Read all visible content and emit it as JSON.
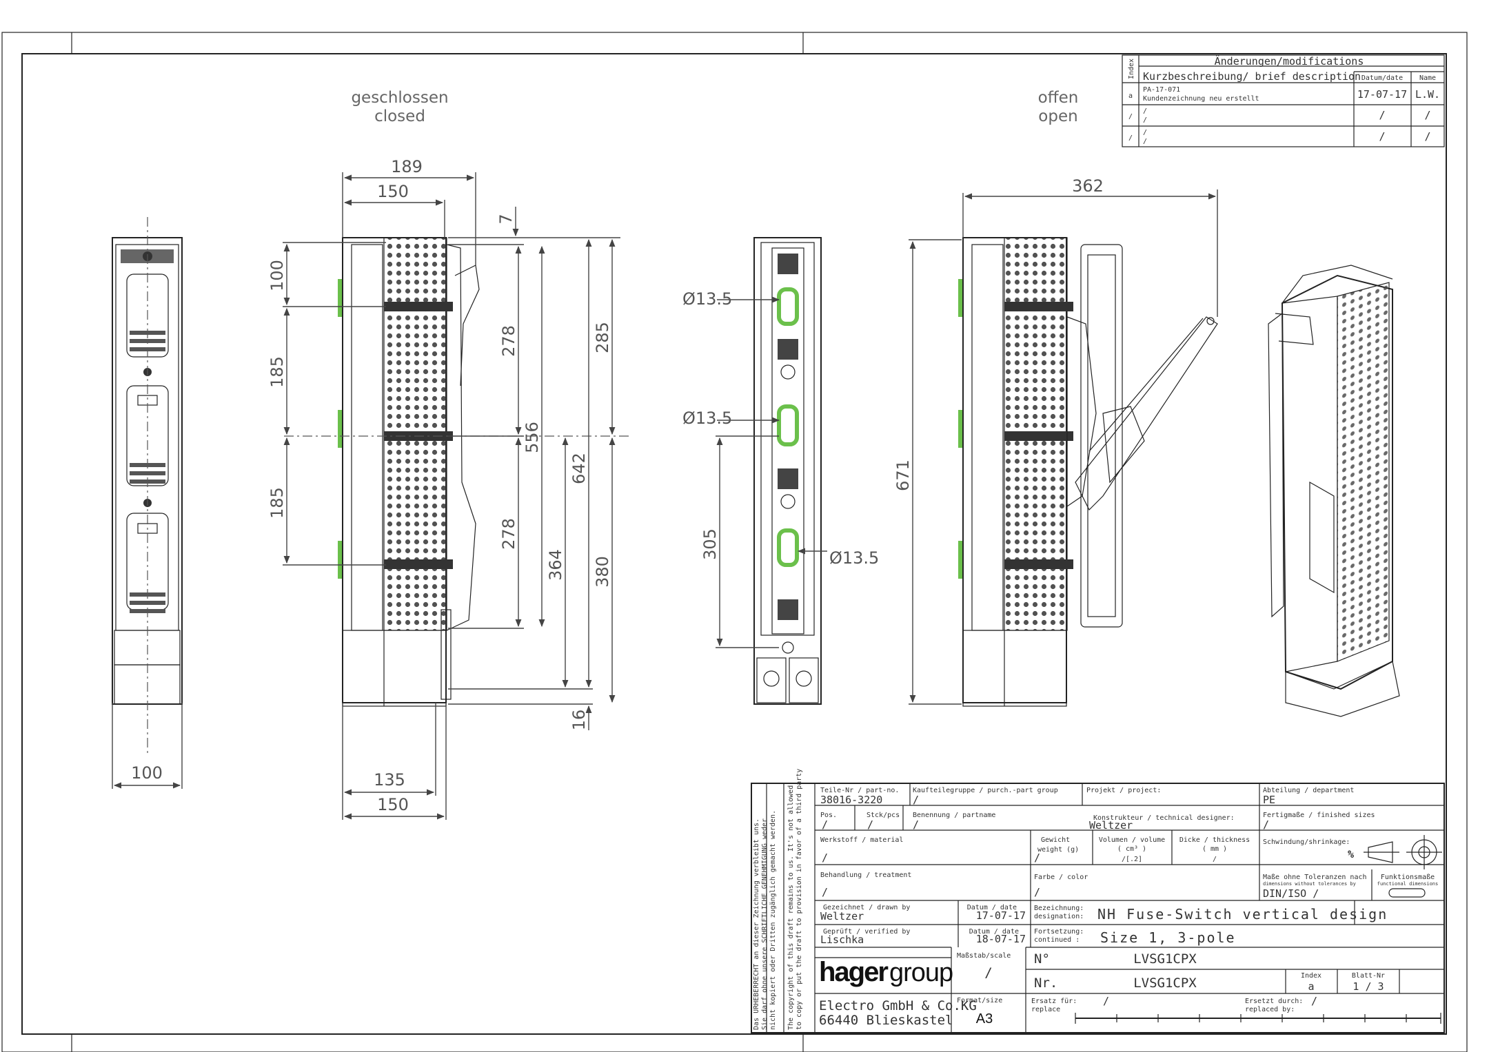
{
  "views": {
    "closed": {
      "de": "geschlossen",
      "en": "closed"
    },
    "open": {
      "de": "offen",
      "en": "open"
    }
  },
  "dimensions": {
    "side_width": "100",
    "top_189": "189",
    "top_150": "150",
    "bottom_135": "135",
    "bottom_150": "150",
    "left_100": "100",
    "left_185a": "185",
    "left_185b": "185",
    "v_7": "7",
    "v_278a": "278",
    "v_278b": "278",
    "v_556": "556",
    "v_364": "364",
    "v_642": "642",
    "v_285": "285",
    "v_380": "380",
    "v_16": "16",
    "hole_a": "Ø13.5",
    "hole_b": "Ø13.5",
    "hole_c": "Ø13.5",
    "v_305": "305",
    "w_362": "362",
    "h_671": "671"
  },
  "revisions": {
    "title": "Änderungen/modifications",
    "col_index": "Index",
    "col_desc": "Kurzbeschreibung/ brief description",
    "col_date": "Datum/date",
    "col_name": "Name",
    "rows": [
      {
        "index": "a",
        "desc1": "PA-17-071",
        "desc2": "Kundenzeichnung neu erstellt",
        "date": "17-07-17",
        "name": "L.W."
      },
      {
        "index": "/",
        "desc1": "/",
        "desc2": "/",
        "date": "/",
        "name": "/"
      },
      {
        "index": "/",
        "desc1": "/",
        "desc2": "/",
        "date": "/",
        "name": "/"
      }
    ]
  },
  "copyright": {
    "de1": "Das URHEBERRECHT an dieser Zeichnung verbleibt uns.",
    "de2": "Sie darf ohne unsere SCHRIFTLICHE GENEHMIGUNG weder",
    "de3": "nicht kopiert oder Dritten zugänglich gemacht werden.",
    "en1": "The copyright of this draft remains to us. It's not allowed",
    "en2": "to copy or put the draft to provision in favor of a third party"
  },
  "title_block": {
    "part_no_label": "Teile-Nr / part-no.",
    "part_no": "38016-3220",
    "purch_group_label": "Kaufteilegruppe / purch.-part group",
    "purch_group": "/",
    "project_label": "Projekt / project:",
    "department_label": "Abteilung / department",
    "department": "PE",
    "pos_label": "Pos.",
    "pos": "/",
    "pcs_label": "Stck/pcs",
    "pcs": "/",
    "partname_label": "Benennung / partname",
    "partname": "/",
    "designer_label": "Konstrukteur / technical designer:",
    "designer": "Weltzer",
    "finished_label": "Fertigmaße / finished sizes",
    "finished": "/",
    "material_label": "Werkstoff / material",
    "material": "/",
    "weight_label1": "Gewicht",
    "weight_label2": "weight (g)",
    "weight": "/",
    "volume_label1": "Volumen / volume",
    "volume_label2": "( cm³ )",
    "volume": "/[.2]",
    "thickness_label1": "Dicke / thickness",
    "thickness_label2": "( mm )",
    "thickness": "/",
    "shrinkage_label": "Schwindung/shrinkage:",
    "shrinkage_unit": "%",
    "treatment_label": "Behandlung / treatment",
    "treatment": "/",
    "color_label": "Farbe / color",
    "color": "/",
    "tolerance_label1": "Maße ohne Toleranzen nach",
    "tolerance_label2": "dimensions without tolerances by",
    "tolerance": "DIN/ISO /",
    "functional_label1": "Funktionsmaße",
    "functional_label2": "functional dimensions",
    "drawn_label": "Gezeichnet / drawn by",
    "drawn": "Weltzer",
    "drawn_date_label": "Datum / date",
    "drawn_date": "17-07-17",
    "designation_label1": "Bezeichnung:",
    "designation_label2": "designation:",
    "designation": "NH Fuse-Switch vertical design",
    "verified_label": "Geprüft / verified by",
    "verified": "Lischka",
    "verified_date_label": "Datum / date",
    "verified_date": "18-07-17",
    "continued_label1": "Fortsetzung:",
    "continued_label2": "continued :",
    "continued": "Size 1, 3-pole",
    "logo_bold": "hager",
    "logo_light": "group",
    "scale_label": "Maßstab/scale",
    "scale": "/",
    "no_label": "N°",
    "no": "LVSG1CPX",
    "nr_label": "Nr.",
    "nr": "LVSG1CPX",
    "index_label": "Index",
    "index": "a",
    "sheet_label": "Blatt-Nr",
    "sheet": "1 / 3",
    "company1": "Electro GmbH & Co.KG",
    "company2": "66440 Blieskastel",
    "format_label": "Format/size",
    "format": "A3",
    "replace_label1": "Ersatz für:",
    "replace_label2": "replace",
    "replace": "/",
    "replaced_label1": "Ersetzt durch:",
    "replaced_label2": "replaced by:",
    "replaced": "/"
  }
}
